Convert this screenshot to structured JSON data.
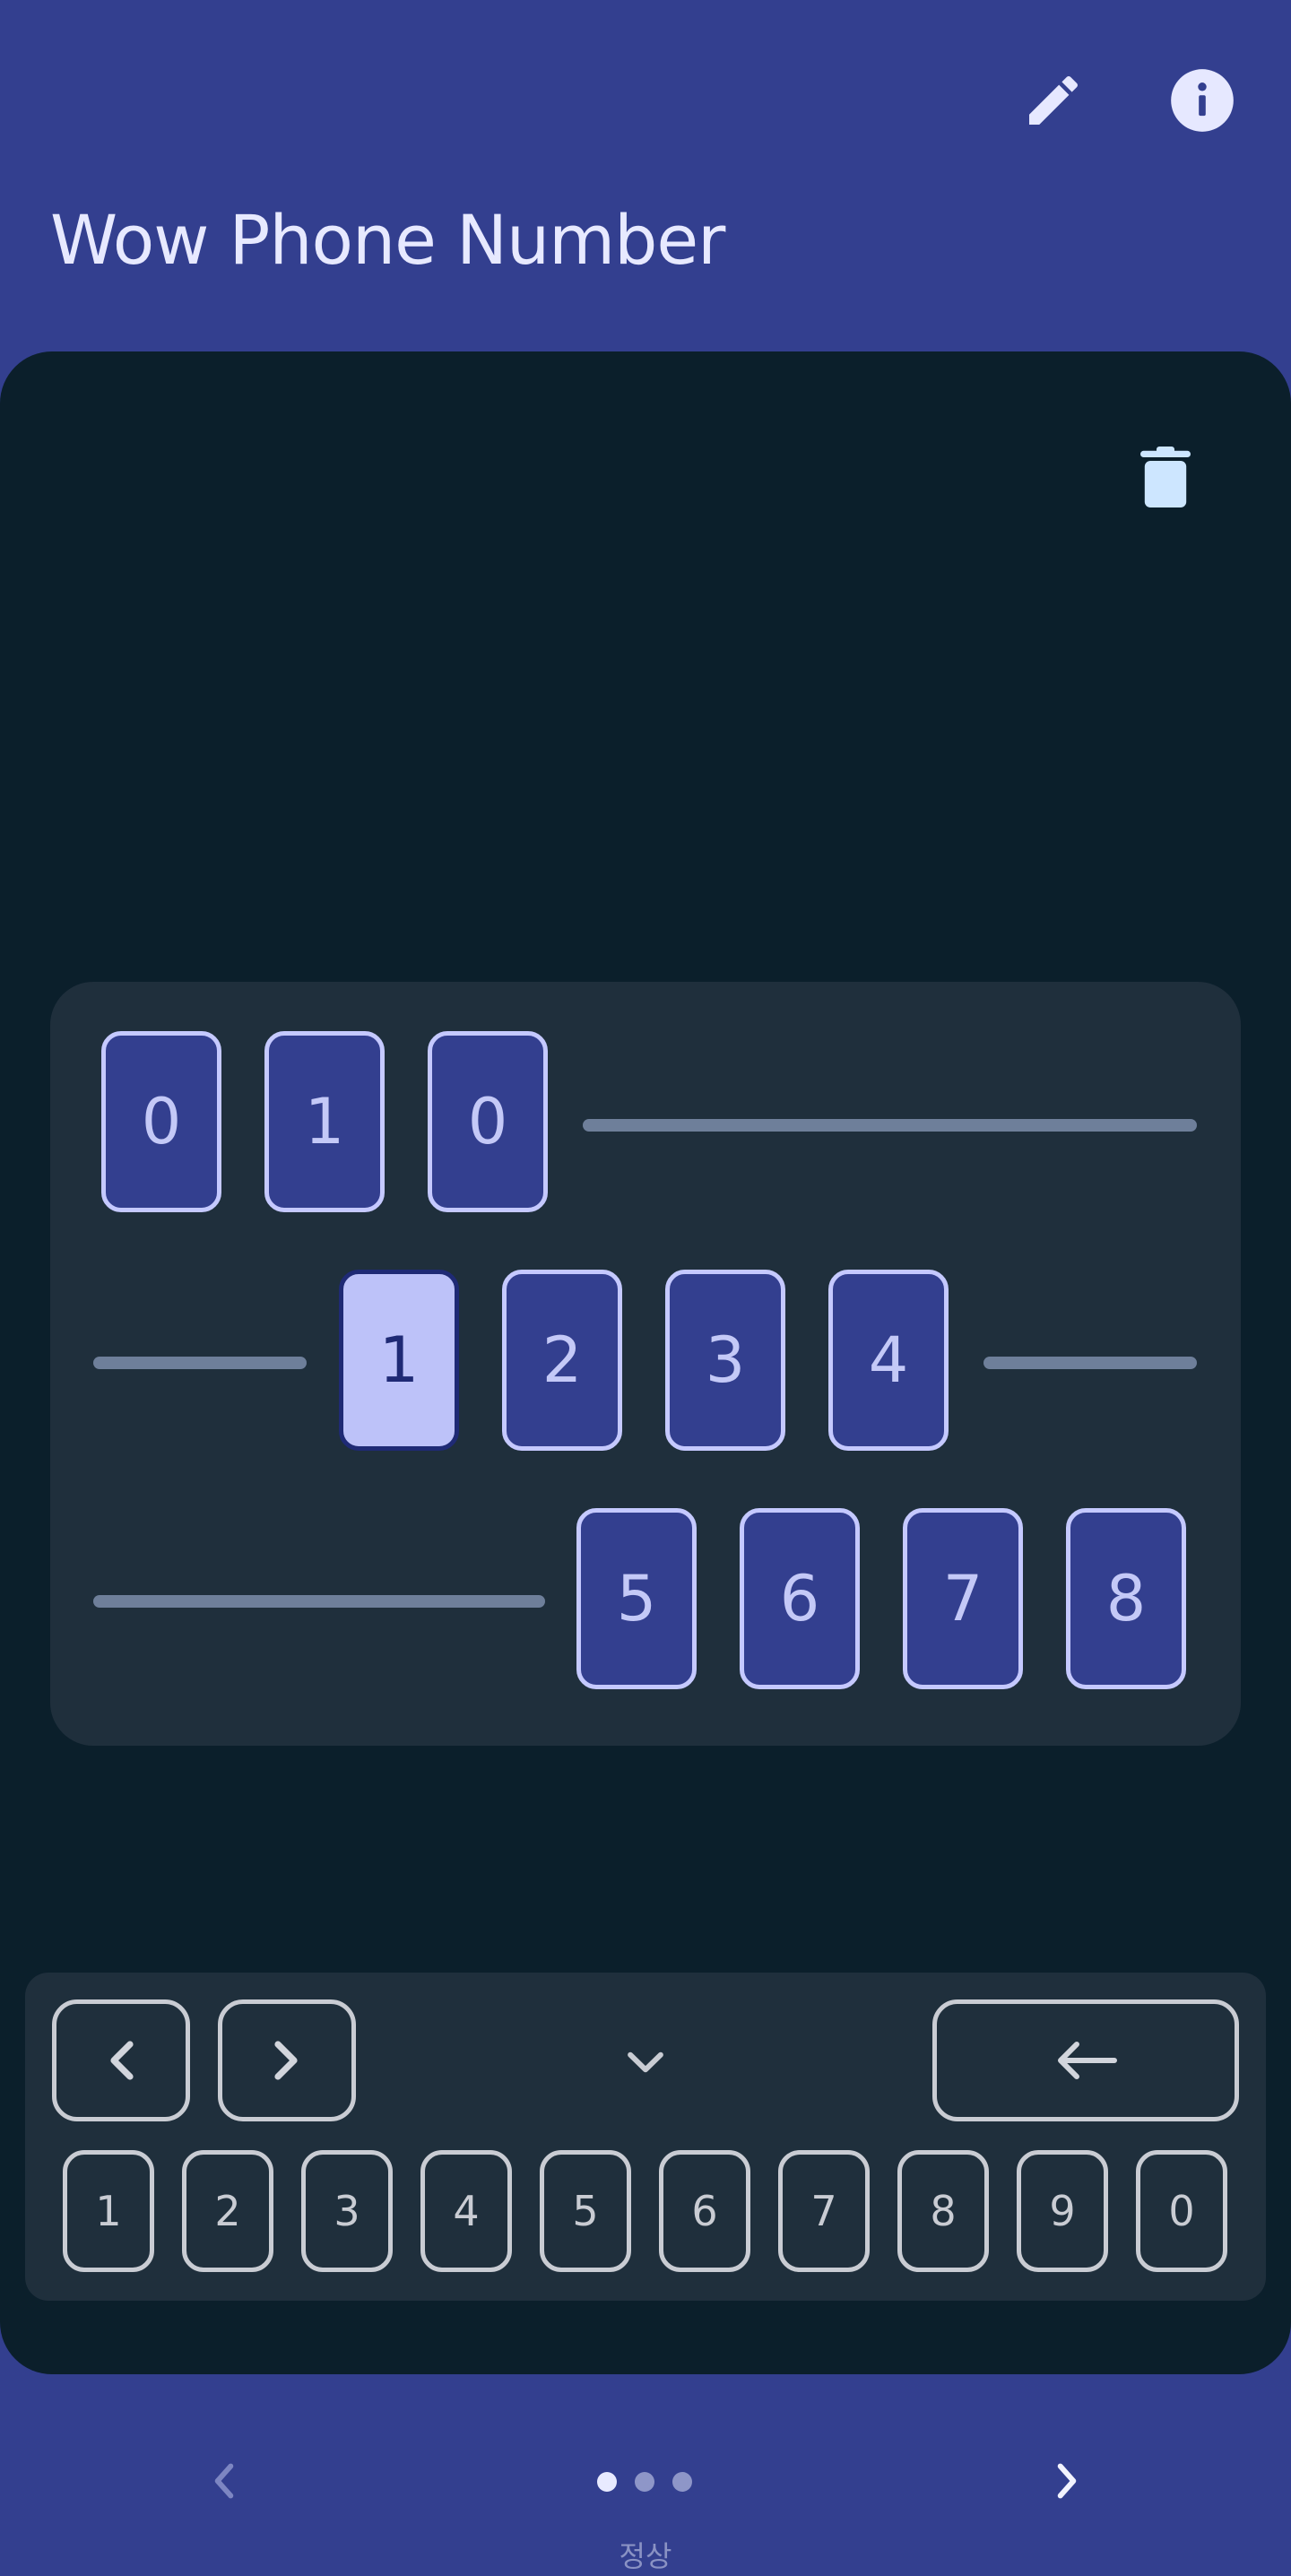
{
  "app": {
    "title": "Wow Phone Number"
  },
  "header": {
    "edit_icon": "pencil-icon",
    "info_icon": "info-icon"
  },
  "display": {
    "delete_icon": "trash-icon",
    "row1": [
      "0",
      "1",
      "0"
    ],
    "row2": [
      "1",
      "2",
      "3",
      "4"
    ],
    "row3": [
      "5",
      "6",
      "7",
      "8"
    ],
    "active_digit": "row2.0"
  },
  "keyboard": {
    "prev_icon": "chevron-left-icon",
    "next_icon": "chevron-right-icon",
    "collapse_icon": "chevron-down-icon",
    "backspace_icon": "arrow-left-icon",
    "keys": [
      "1",
      "2",
      "3",
      "4",
      "5",
      "6",
      "7",
      "8",
      "9",
      "0"
    ]
  },
  "pager": {
    "prev_icon": "chevron-left-icon",
    "next_icon": "chevron-right-icon",
    "pages": 3,
    "current_page": 1,
    "label": "정상"
  },
  "colors": {
    "background": "#333f8f",
    "panel": "#0b1f2b",
    "card": "#1f2f3c",
    "digit_fill": "#333f8f",
    "digit_active": "#bdc2f9"
  }
}
